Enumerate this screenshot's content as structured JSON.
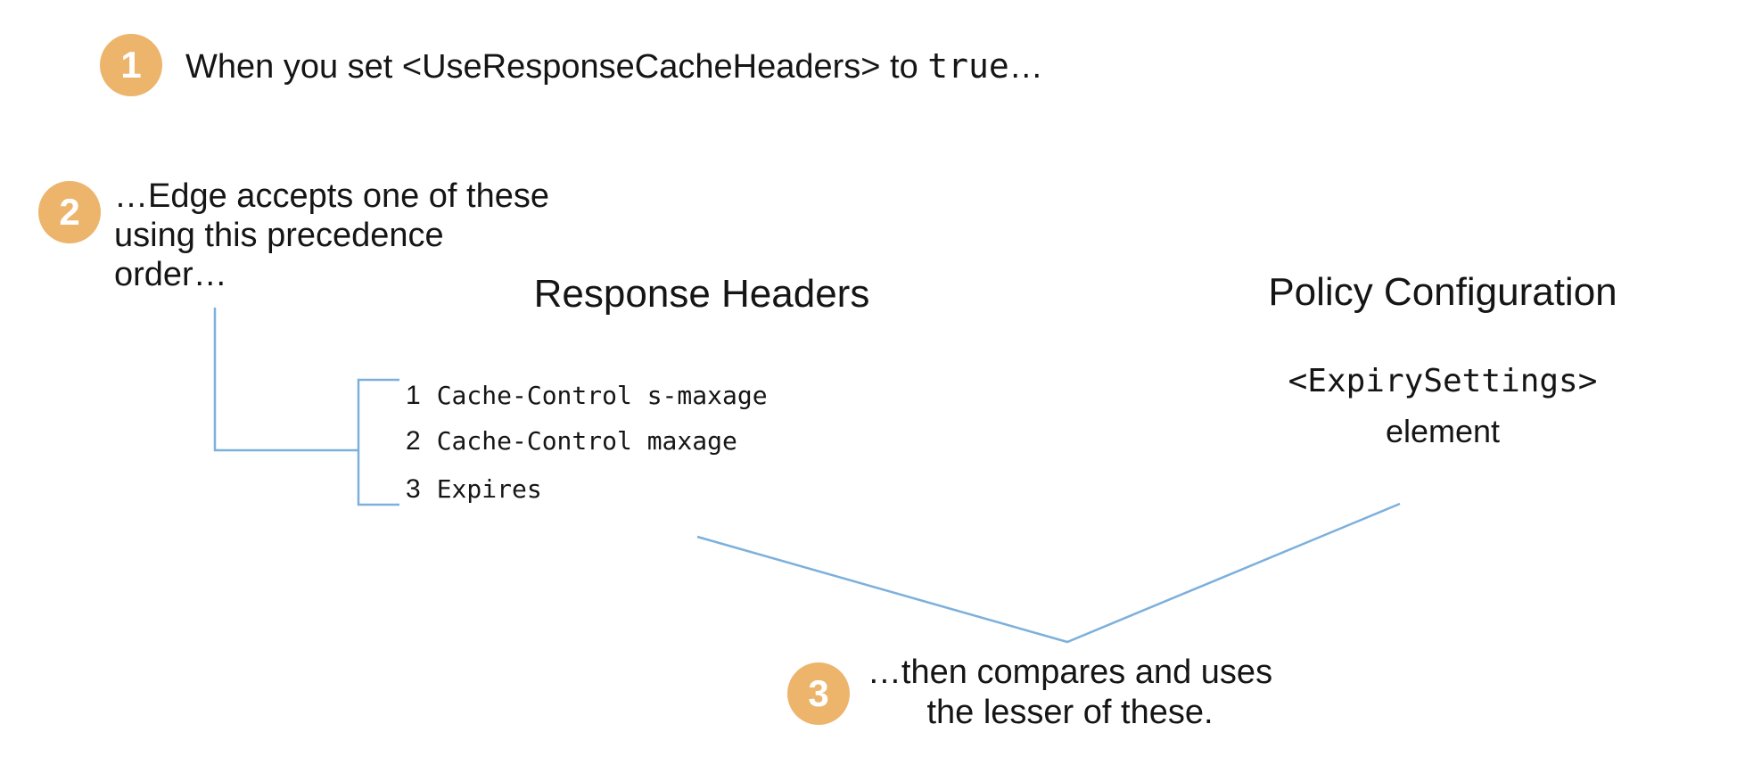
{
  "colors": {
    "badge": "#EDB46C",
    "badge_text": "#FFFFFF",
    "connector_line": "#7DB0DC",
    "text": "#151515",
    "background": "#FFFFFF"
  },
  "steps": {
    "step1": {
      "number": "1",
      "text_prefix": "When you set ",
      "xml_tag": "<UseResponseCacheHeaders>",
      "text_middle": " to ",
      "code_value": "true",
      "ellipsis": "…"
    },
    "step2": {
      "number": "2",
      "lines": [
        "…Edge accepts one of these",
        "using this precedence",
        "order…"
      ]
    },
    "step3": {
      "number": "3",
      "lines": [
        "…then compares and uses",
        "the lesser of these."
      ]
    }
  },
  "response_headers": {
    "title": "Response Headers",
    "items": [
      {
        "rank": "1",
        "label": "Cache-Control s-maxage"
      },
      {
        "rank": "2",
        "label": "Cache-Control maxage"
      },
      {
        "rank": "3",
        "label": "Expires"
      }
    ]
  },
  "policy_configuration": {
    "title": "Policy Configuration",
    "code": "<ExpirySettings>",
    "subtitle": "element"
  }
}
